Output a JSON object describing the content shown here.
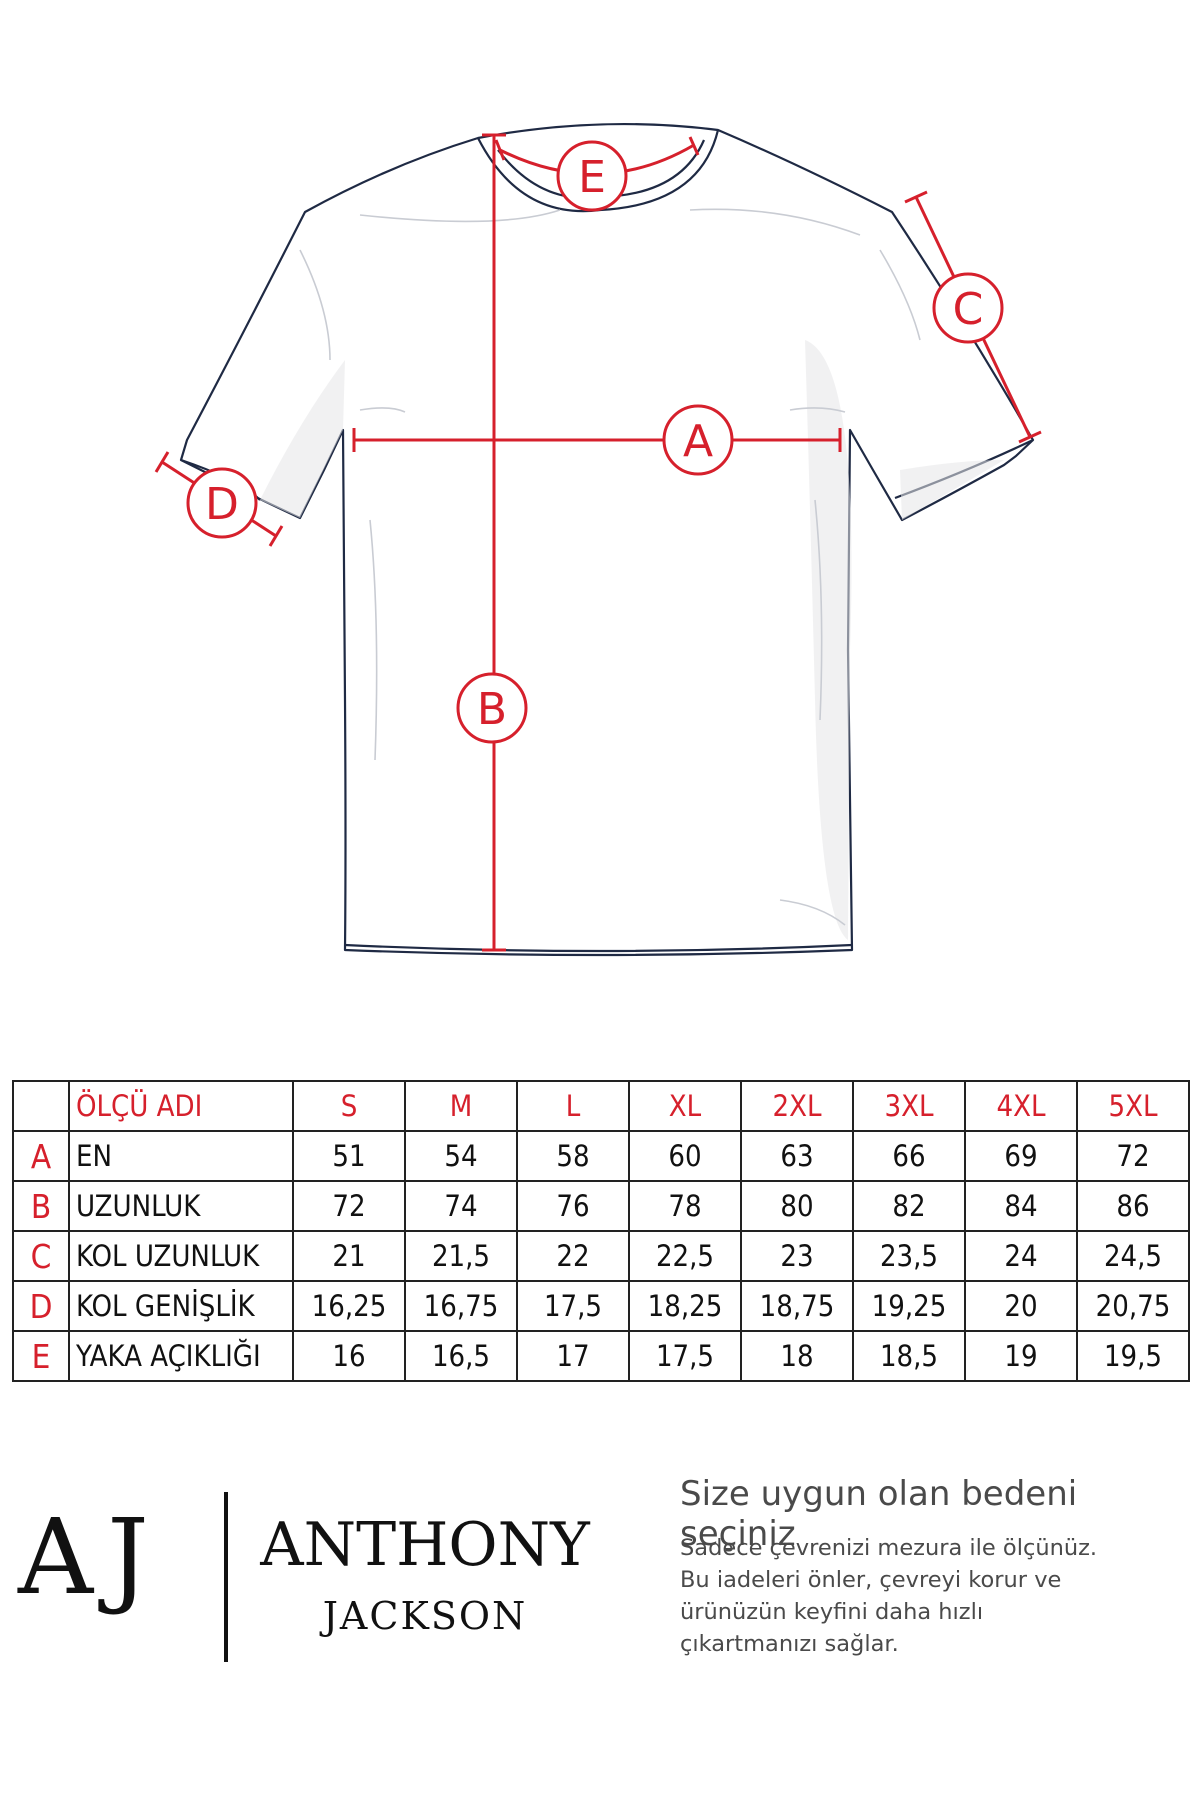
{
  "diagram": {
    "labels": {
      "a": "A",
      "b": "B",
      "c": "C",
      "d": "D",
      "e": "E"
    }
  },
  "colors": {
    "accent": "#d6202c",
    "outline": "#1f2a44",
    "text": "#111111",
    "info_text": "#4a4a4a"
  },
  "table": {
    "header": {
      "name": "ÖLÇÜ ADI",
      "sizes": [
        "S",
        "M",
        "L",
        "XL",
        "2XL",
        "3XL",
        "4XL",
        "5XL"
      ]
    },
    "rows": [
      {
        "letter": "A",
        "name": "EN",
        "values": [
          "51",
          "54",
          "58",
          "60",
          "63",
          "66",
          "69",
          "72"
        ]
      },
      {
        "letter": "B",
        "name": "UZUNLUK",
        "values": [
          "72",
          "74",
          "76",
          "78",
          "80",
          "82",
          "84",
          "86"
        ]
      },
      {
        "letter": "C",
        "name": "KOL UZUNLUK",
        "values": [
          "21",
          "21,5",
          "22",
          "22,5",
          "23",
          "23,5",
          "24",
          "24,5"
        ]
      },
      {
        "letter": "D",
        "name": "KOL GENİŞLİK",
        "values": [
          "16,25",
          "16,75",
          "17,5",
          "18,25",
          "18,75",
          "19,25",
          "20",
          "20,75"
        ]
      },
      {
        "letter": "E",
        "name": "YAKA AÇIKLIĞI",
        "values": [
          "16",
          "16,5",
          "17",
          "17,5",
          "18",
          "18,5",
          "19",
          "19,5"
        ]
      }
    ]
  },
  "brand": {
    "monogram": "AJ",
    "name": "ANTHONY",
    "subname": "JACKSON"
  },
  "info": {
    "title": "Size uygun olan bedeni seçiniz",
    "lines": [
      "Sadece çevrenizi mezura ile ölçünüz.",
      "Bu iadeleri önler, çevreyi korur ve",
      "ürünüzün keyfini daha hızlı",
      "çıkartmanızı sağlar."
    ]
  }
}
